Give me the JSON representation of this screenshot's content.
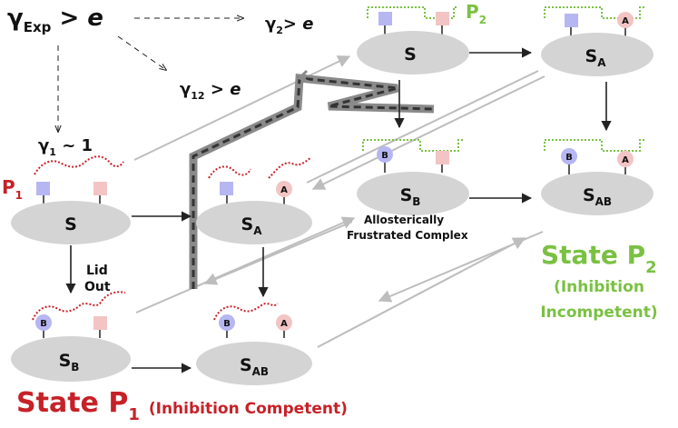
{
  "gammas": {
    "exp": {
      "g": "γ",
      "sub": "Exp",
      "rel": " > ",
      "val": "e"
    },
    "two": {
      "g": "γ",
      "sub": "2",
      "rel": "> ",
      "val": "e"
    },
    "twelve": {
      "g": "γ",
      "sub": "12",
      "rel": " > ",
      "val": "e"
    },
    "one": {
      "g": "γ",
      "sub": "1",
      "rel": " ~ ",
      "val": "1"
    }
  },
  "lids": {
    "p1": {
      "main": "P",
      "sub": "1"
    },
    "p2": {
      "main": "P",
      "sub": "2"
    },
    "lid_out_line1": "Lid",
    "lid_out_line2": "Out"
  },
  "nodes": {
    "s_p1": {
      "main": "S",
      "sub": ""
    },
    "sa_p1": {
      "main": "S",
      "sub": "A"
    },
    "sb_p1": {
      "main": "S",
      "sub": "B"
    },
    "sab_p1": {
      "main": "S",
      "sub": "AB"
    },
    "s_p2": {
      "main": "S",
      "sub": ""
    },
    "sa_p2": {
      "main": "S",
      "sub": "A"
    },
    "sb_p2": {
      "main": "S",
      "sub": "B"
    },
    "sab_p2": {
      "main": "S",
      "sub": "AB"
    }
  },
  "site_labels": {
    "a": "A",
    "b": "B"
  },
  "frustrated": {
    "line1": "Allosterically",
    "line2": "Frustrated Complex"
  },
  "state_p1": {
    "main": "State P",
    "sub": "1",
    "paren": "(Inhibition Competent)"
  },
  "state_p2": {
    "main": "State P",
    "sub": "2",
    "line2": "(Inhibition",
    "line3": "Incompetent)"
  },
  "colors": {
    "red": "#c62127",
    "green": "#7ac143",
    "ellipse": "#d4d4d4",
    "site_a": "#f3c4c4",
    "site_b": "#b6b6f2",
    "arrow_gray": "#bdbdbd",
    "path_dark": "#555555"
  }
}
